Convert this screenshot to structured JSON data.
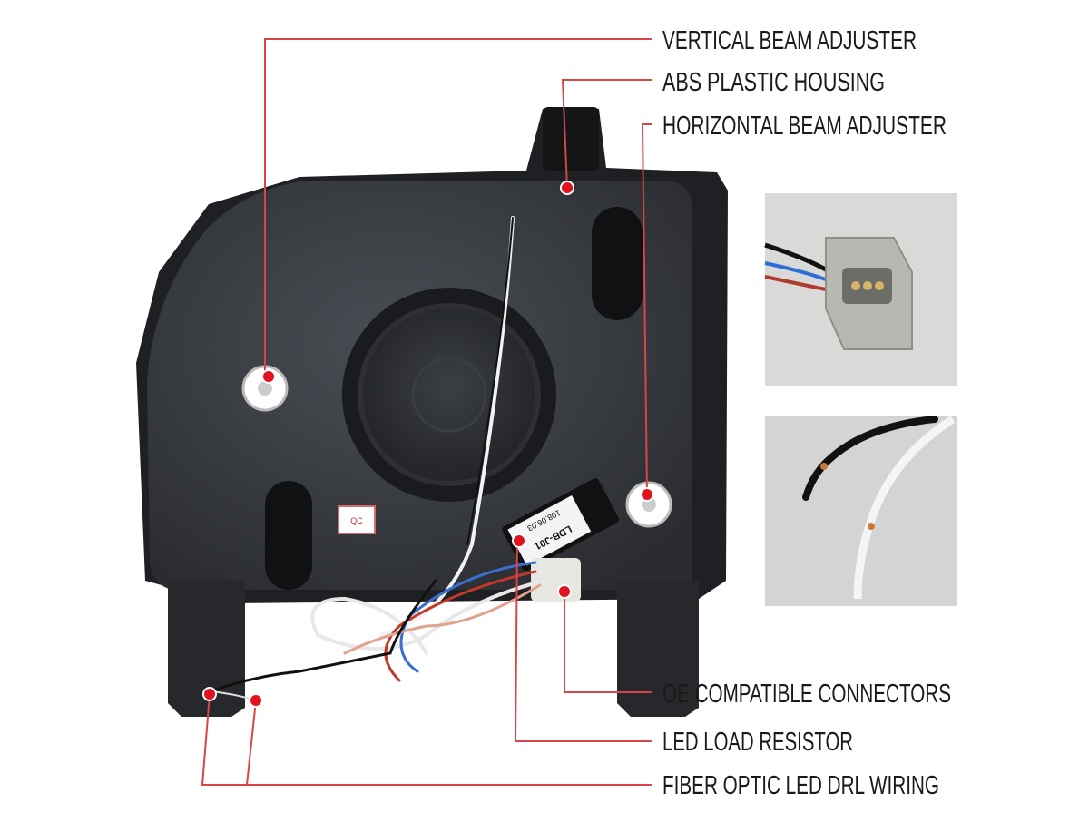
{
  "callouts": [
    {
      "id": "vertical-beam-adjuster",
      "label": "VERTICAL BEAM ADJUSTER"
    },
    {
      "id": "abs-plastic-housing",
      "label": "ABS PLASTIC HOUSING"
    },
    {
      "id": "horizontal-beam-adjuster",
      "label": "HORIZONTAL BEAM ADJUSTER"
    },
    {
      "id": "oe-compatible-connectors",
      "label": "OE COMPATIBLE CONNECTORS"
    },
    {
      "id": "led-load-resistor",
      "label": "LED LOAD RESISTOR"
    },
    {
      "id": "fiber-optic-led-drl-wiring",
      "label": "FIBER OPTIC LED DRL WIRING"
    }
  ],
  "product_markings": {
    "qc_sticker": "QC",
    "resistor_label": "LDB-J01",
    "resistor_code": "108.06.03"
  },
  "colors": {
    "callout": "#d9444a",
    "dot": "#e0141e",
    "housing": "#3a3d42"
  }
}
